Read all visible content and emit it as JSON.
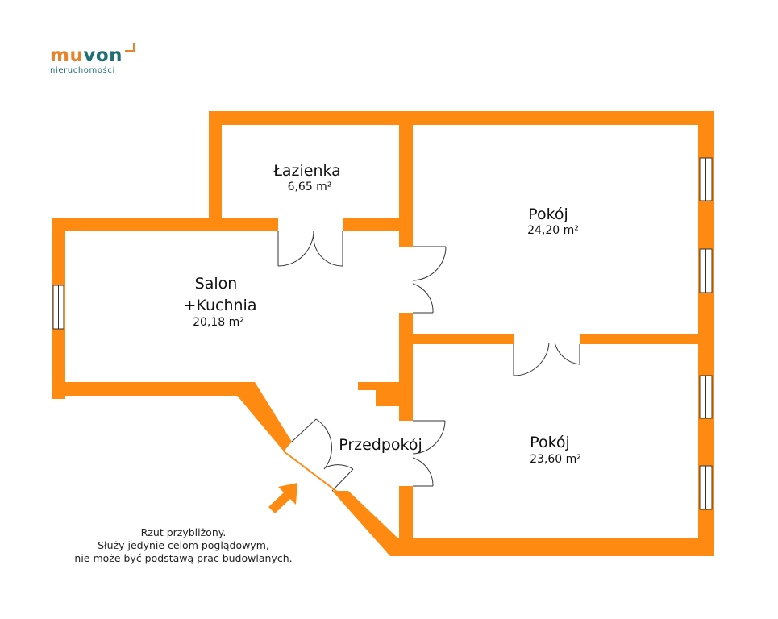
{
  "logo": {
    "brand_part1": "mu",
    "brand_part2": "von",
    "subtitle": "nieruchomości"
  },
  "rooms": {
    "lazienka": {
      "name": "Łazienka",
      "area": "6,65 m²"
    },
    "pokoj1": {
      "name": "Pokój",
      "area": "24,20 m²"
    },
    "salon": {
      "name_line1": "Salon",
      "name_line2": "+Kuchnia",
      "area": "20,18 m²"
    },
    "przedpokoj": {
      "name": "Przedpokój"
    },
    "pokoj2": {
      "name": "Pokój",
      "area": "23,60 m²"
    }
  },
  "note": {
    "line1": "Rzut przybliżony.",
    "line2": "Służy jedynie celom poglądowym,",
    "line3": "nie może być podstawą prac budowlanych."
  },
  "colors": {
    "wall": "#ff8a12",
    "text": "#111111",
    "brand_orange": "#e8832c",
    "brand_teal": "#1f6f74"
  },
  "icons": {
    "entrance": "entrance-arrow-icon",
    "window": "window-icon",
    "door": "door-swing-icon"
  }
}
